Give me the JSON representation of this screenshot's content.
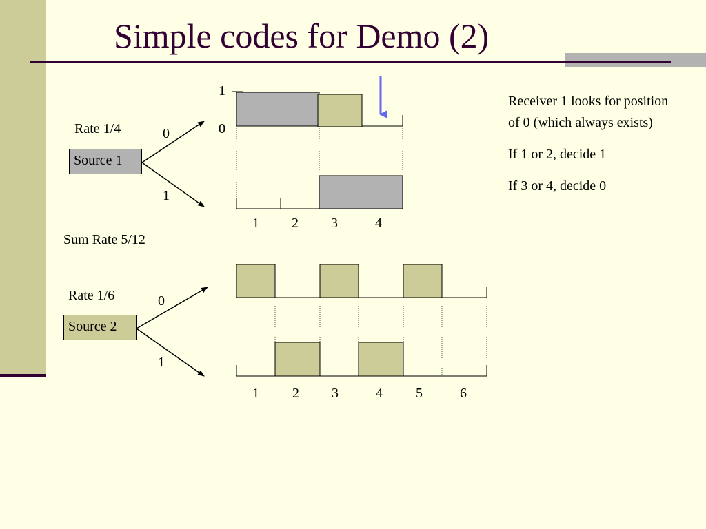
{
  "title": "Simple codes for Demo (2)",
  "source1": {
    "rate": "Rate 1/4",
    "label": "Source 1",
    "branch_top": "0",
    "branch_bottom": "1",
    "level_high": "1",
    "level_low": "0",
    "positions": [
      "1",
      "2",
      "3",
      "4"
    ]
  },
  "sum_rate": "Sum Rate 5/12",
  "source2": {
    "rate": "Rate 1/6",
    "label": "Source 2",
    "branch_top": "0",
    "branch_bottom": "1",
    "positions": [
      "1",
      "2",
      "3",
      "4",
      "5",
      "6"
    ]
  },
  "notes": [
    "Receiver 1 looks for position of 0 (which always exists)",
    "If 1 or 2, decide 1",
    "If 3 or 4, decide 0"
  ],
  "colors": {
    "title": "#330033",
    "background": "#ffffe5",
    "sidebar": "#cccc99",
    "gray_block": "#b2b2b2",
    "olive_block": "#cccc99",
    "pointer_arrow": "#6666ee"
  }
}
